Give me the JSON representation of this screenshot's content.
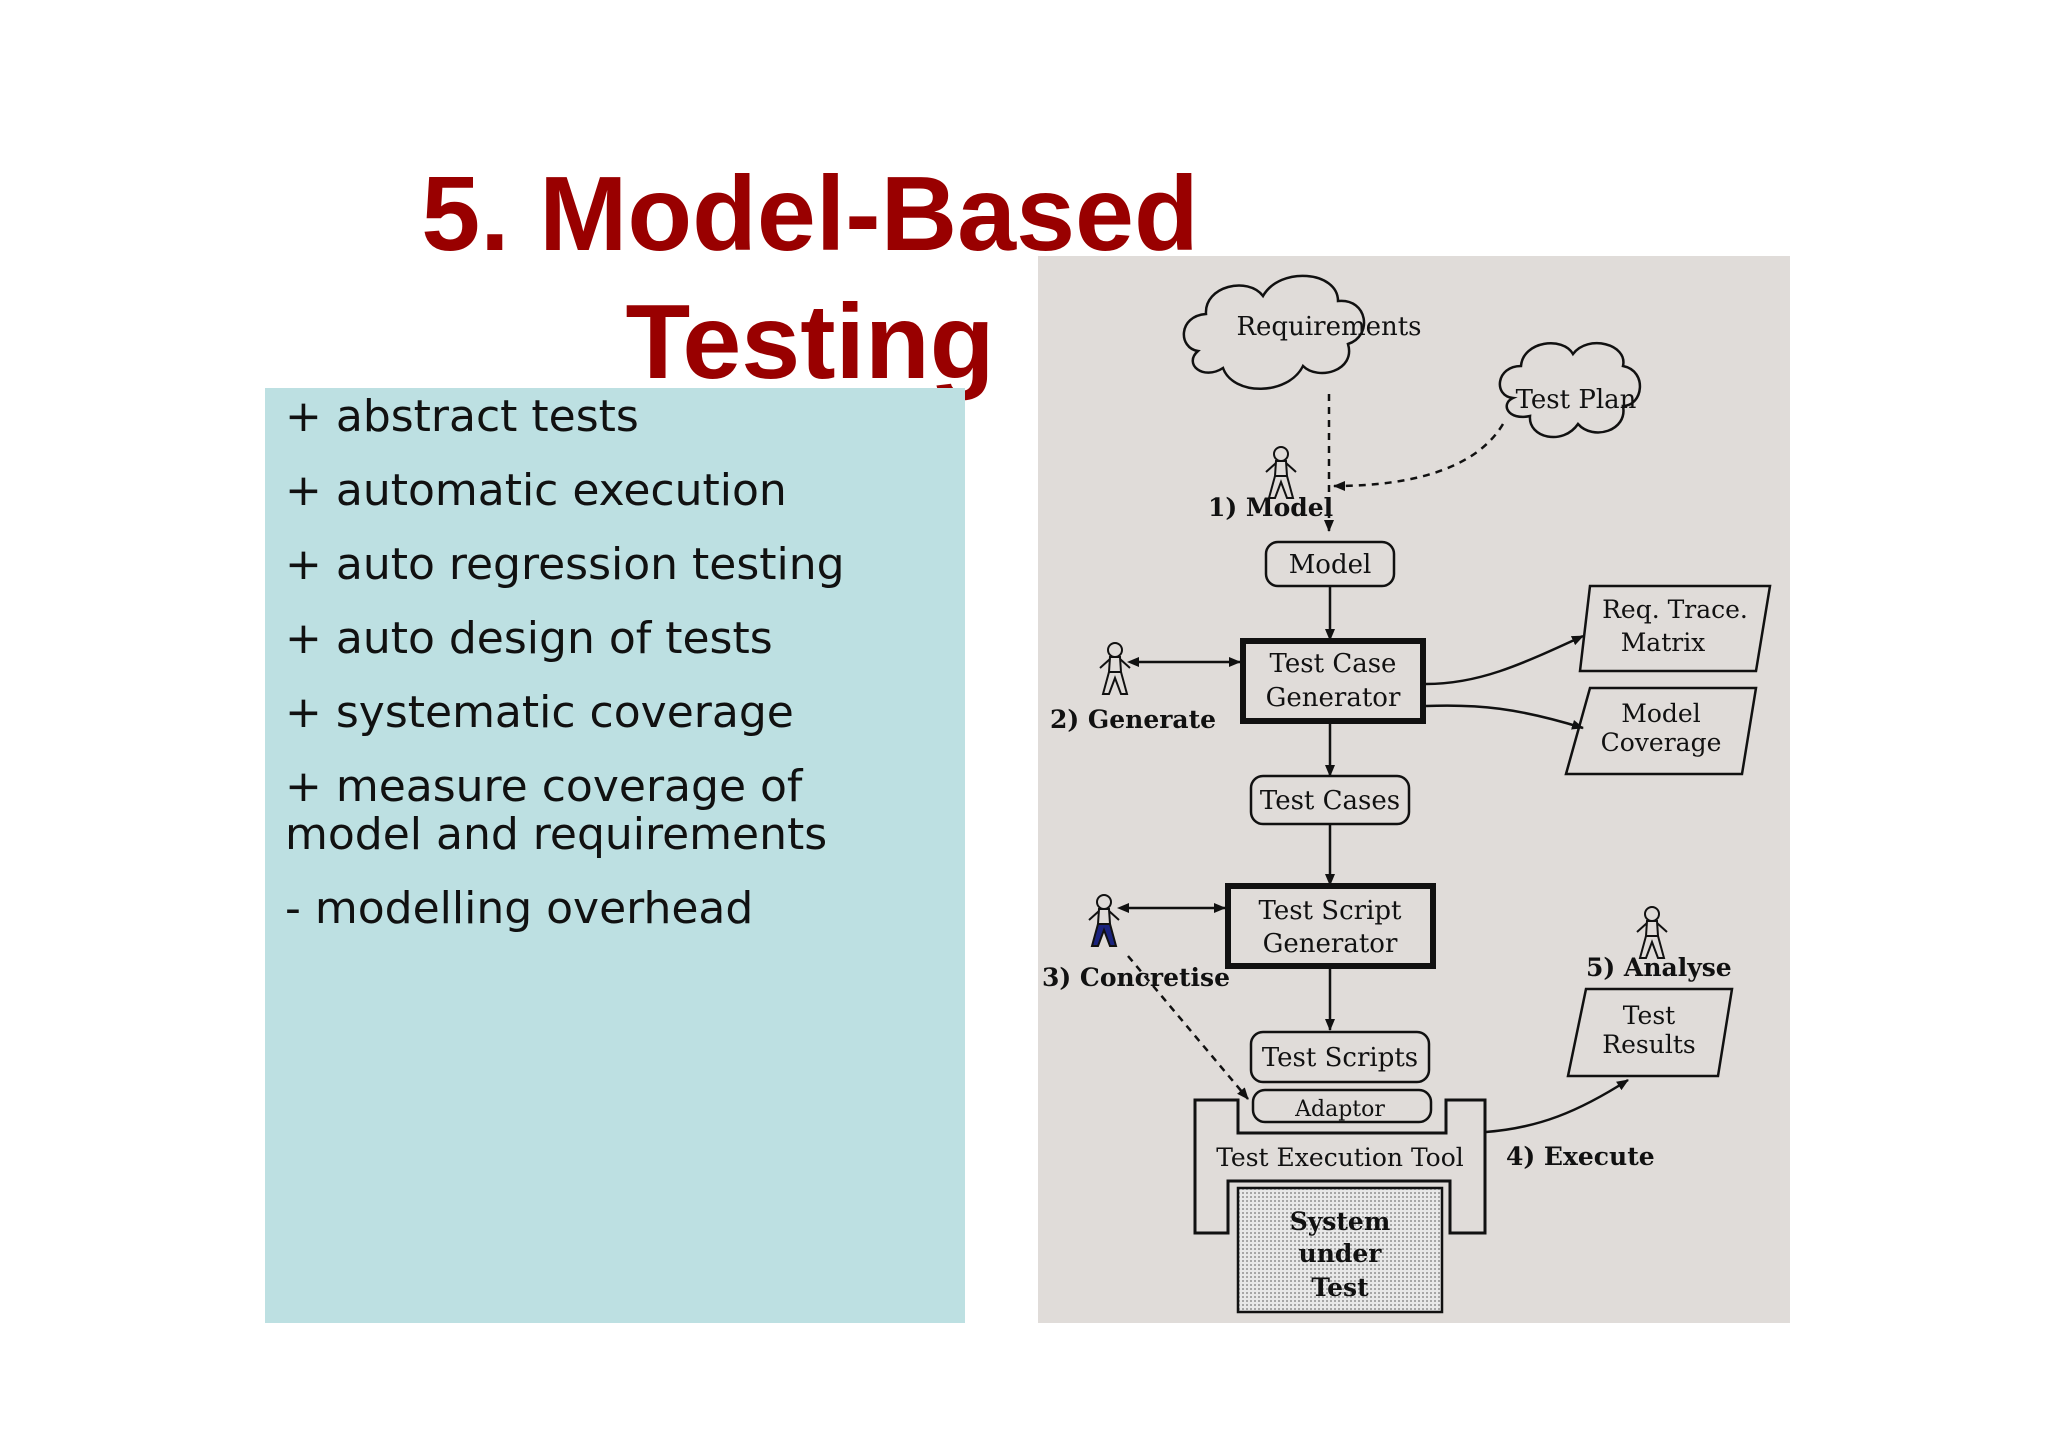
{
  "slide": {
    "title_line1": "5. Model-Based",
    "title_line2": "Testing"
  },
  "bullets": [
    "+ abstract tests",
    "+ automatic execution",
    "+ auto regression testing",
    "+ auto design of tests",
    "+ systematic coverage",
    "+ measure coverage of model and requirements",
    "- modelling overhead"
  ],
  "diagram": {
    "requirements": "Requirements",
    "test_plan": "Test Plan",
    "step_model": "1) Model",
    "model": "Model",
    "tcg_line1": "Test Case",
    "tcg_line2": "Generator",
    "step_generate": "2) Generate",
    "req_trace_line1": "Req. Trace.",
    "req_trace_line2": "Matrix",
    "model_cov_line1": "Model",
    "model_cov_line2": "Coverage",
    "test_cases": "Test Cases",
    "tsg_line1": "Test Script",
    "tsg_line2": "Generator",
    "step_concretise": "3) Concretise",
    "step_analyse": "5) Analyse",
    "results_line1": "Test",
    "results_line2": "Results",
    "test_scripts": "Test Scripts",
    "adaptor": "Adaptor",
    "tool": "Test Execution Tool",
    "step_execute": "4) Execute",
    "sut_line1": "System",
    "sut_line2": "under",
    "sut_line3": "Test"
  }
}
